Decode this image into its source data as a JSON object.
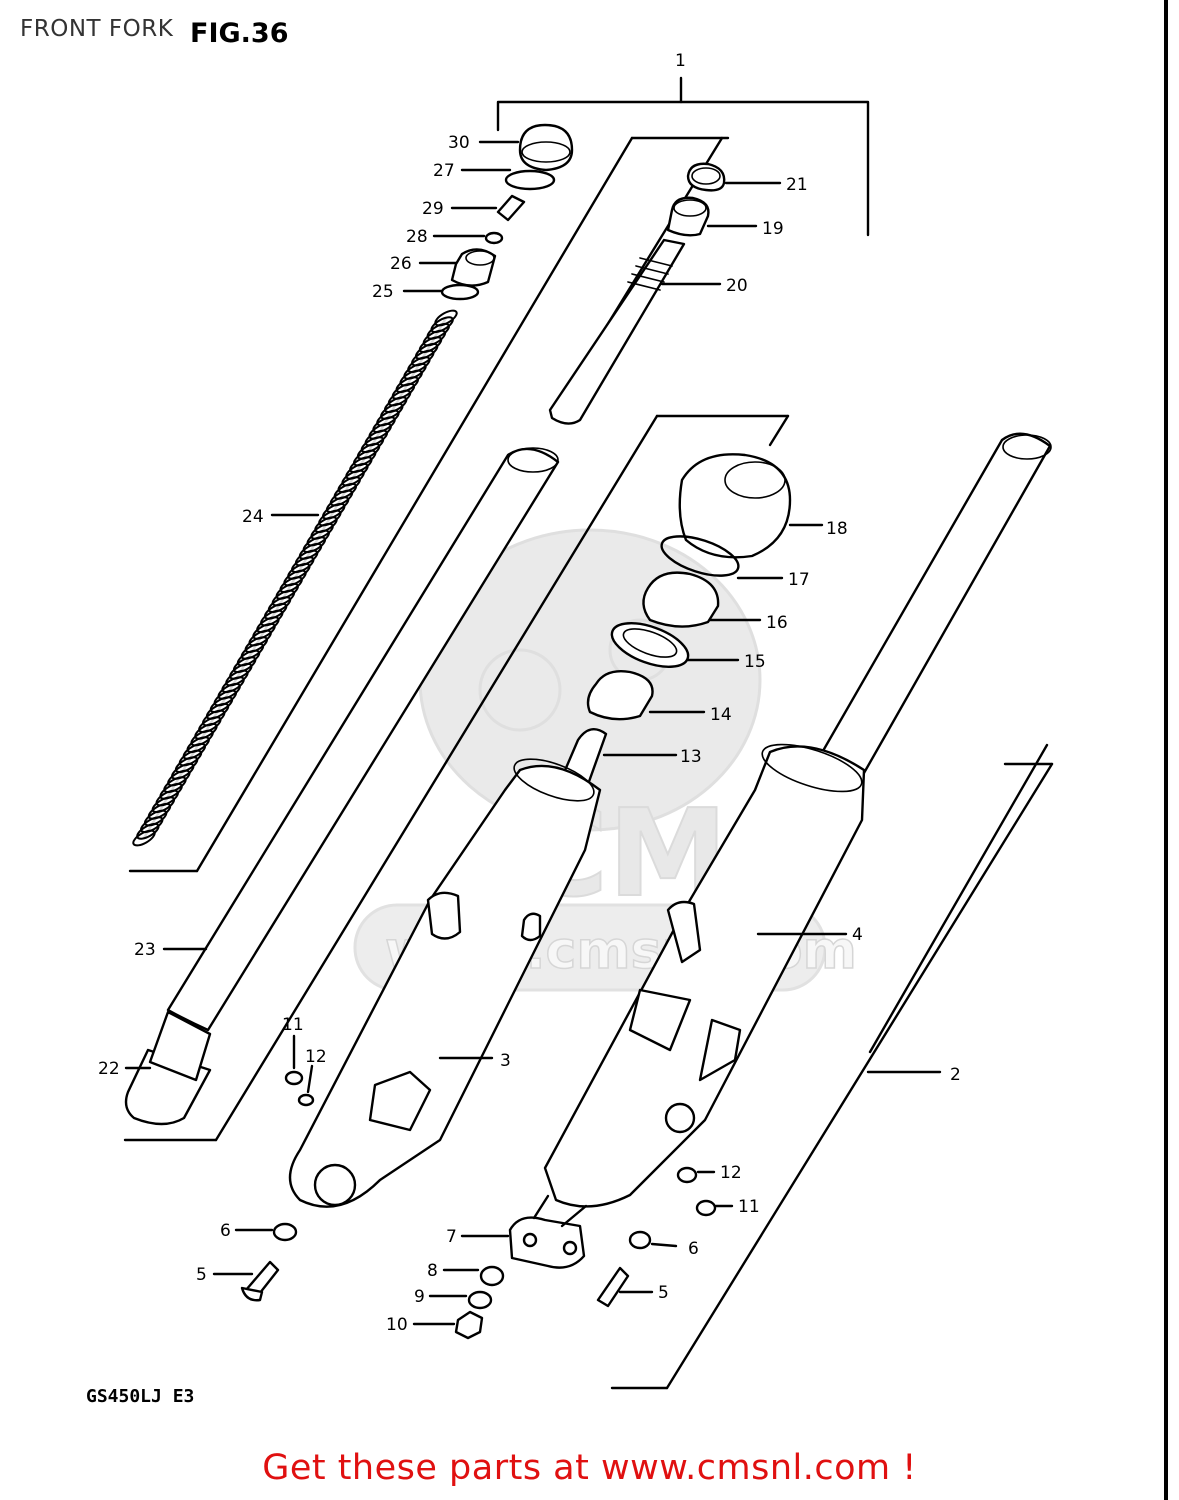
{
  "header": {
    "title": "FRONT FORK",
    "figure": "FIG.36"
  },
  "model": "GS450LJ  E3",
  "footer": {
    "link_text": "Get these parts at www.cmsnl.com !",
    "color": "#e01010"
  },
  "watermark": {
    "text": "www.cmsnl.com",
    "brand": "CMS"
  },
  "callouts": {
    "p1": "1",
    "p2": "2",
    "p3": "3",
    "p4": "4",
    "p5a": "5",
    "p5b": "5",
    "p6a": "6",
    "p6b": "6",
    "p7": "7",
    "p8": "8",
    "p9": "9",
    "p10": "10",
    "p11a": "11",
    "p11b": "11",
    "p12a": "12",
    "p12b": "12",
    "p13": "13",
    "p14": "14",
    "p15": "15",
    "p16": "16",
    "p17": "17",
    "p18": "18",
    "p19": "19",
    "p20": "20",
    "p21": "21",
    "p22": "22",
    "p23": "23",
    "p24": "24",
    "p25": "25",
    "p26": "26",
    "p27": "27",
    "p28": "28",
    "p29": "29",
    "p30": "30"
  }
}
